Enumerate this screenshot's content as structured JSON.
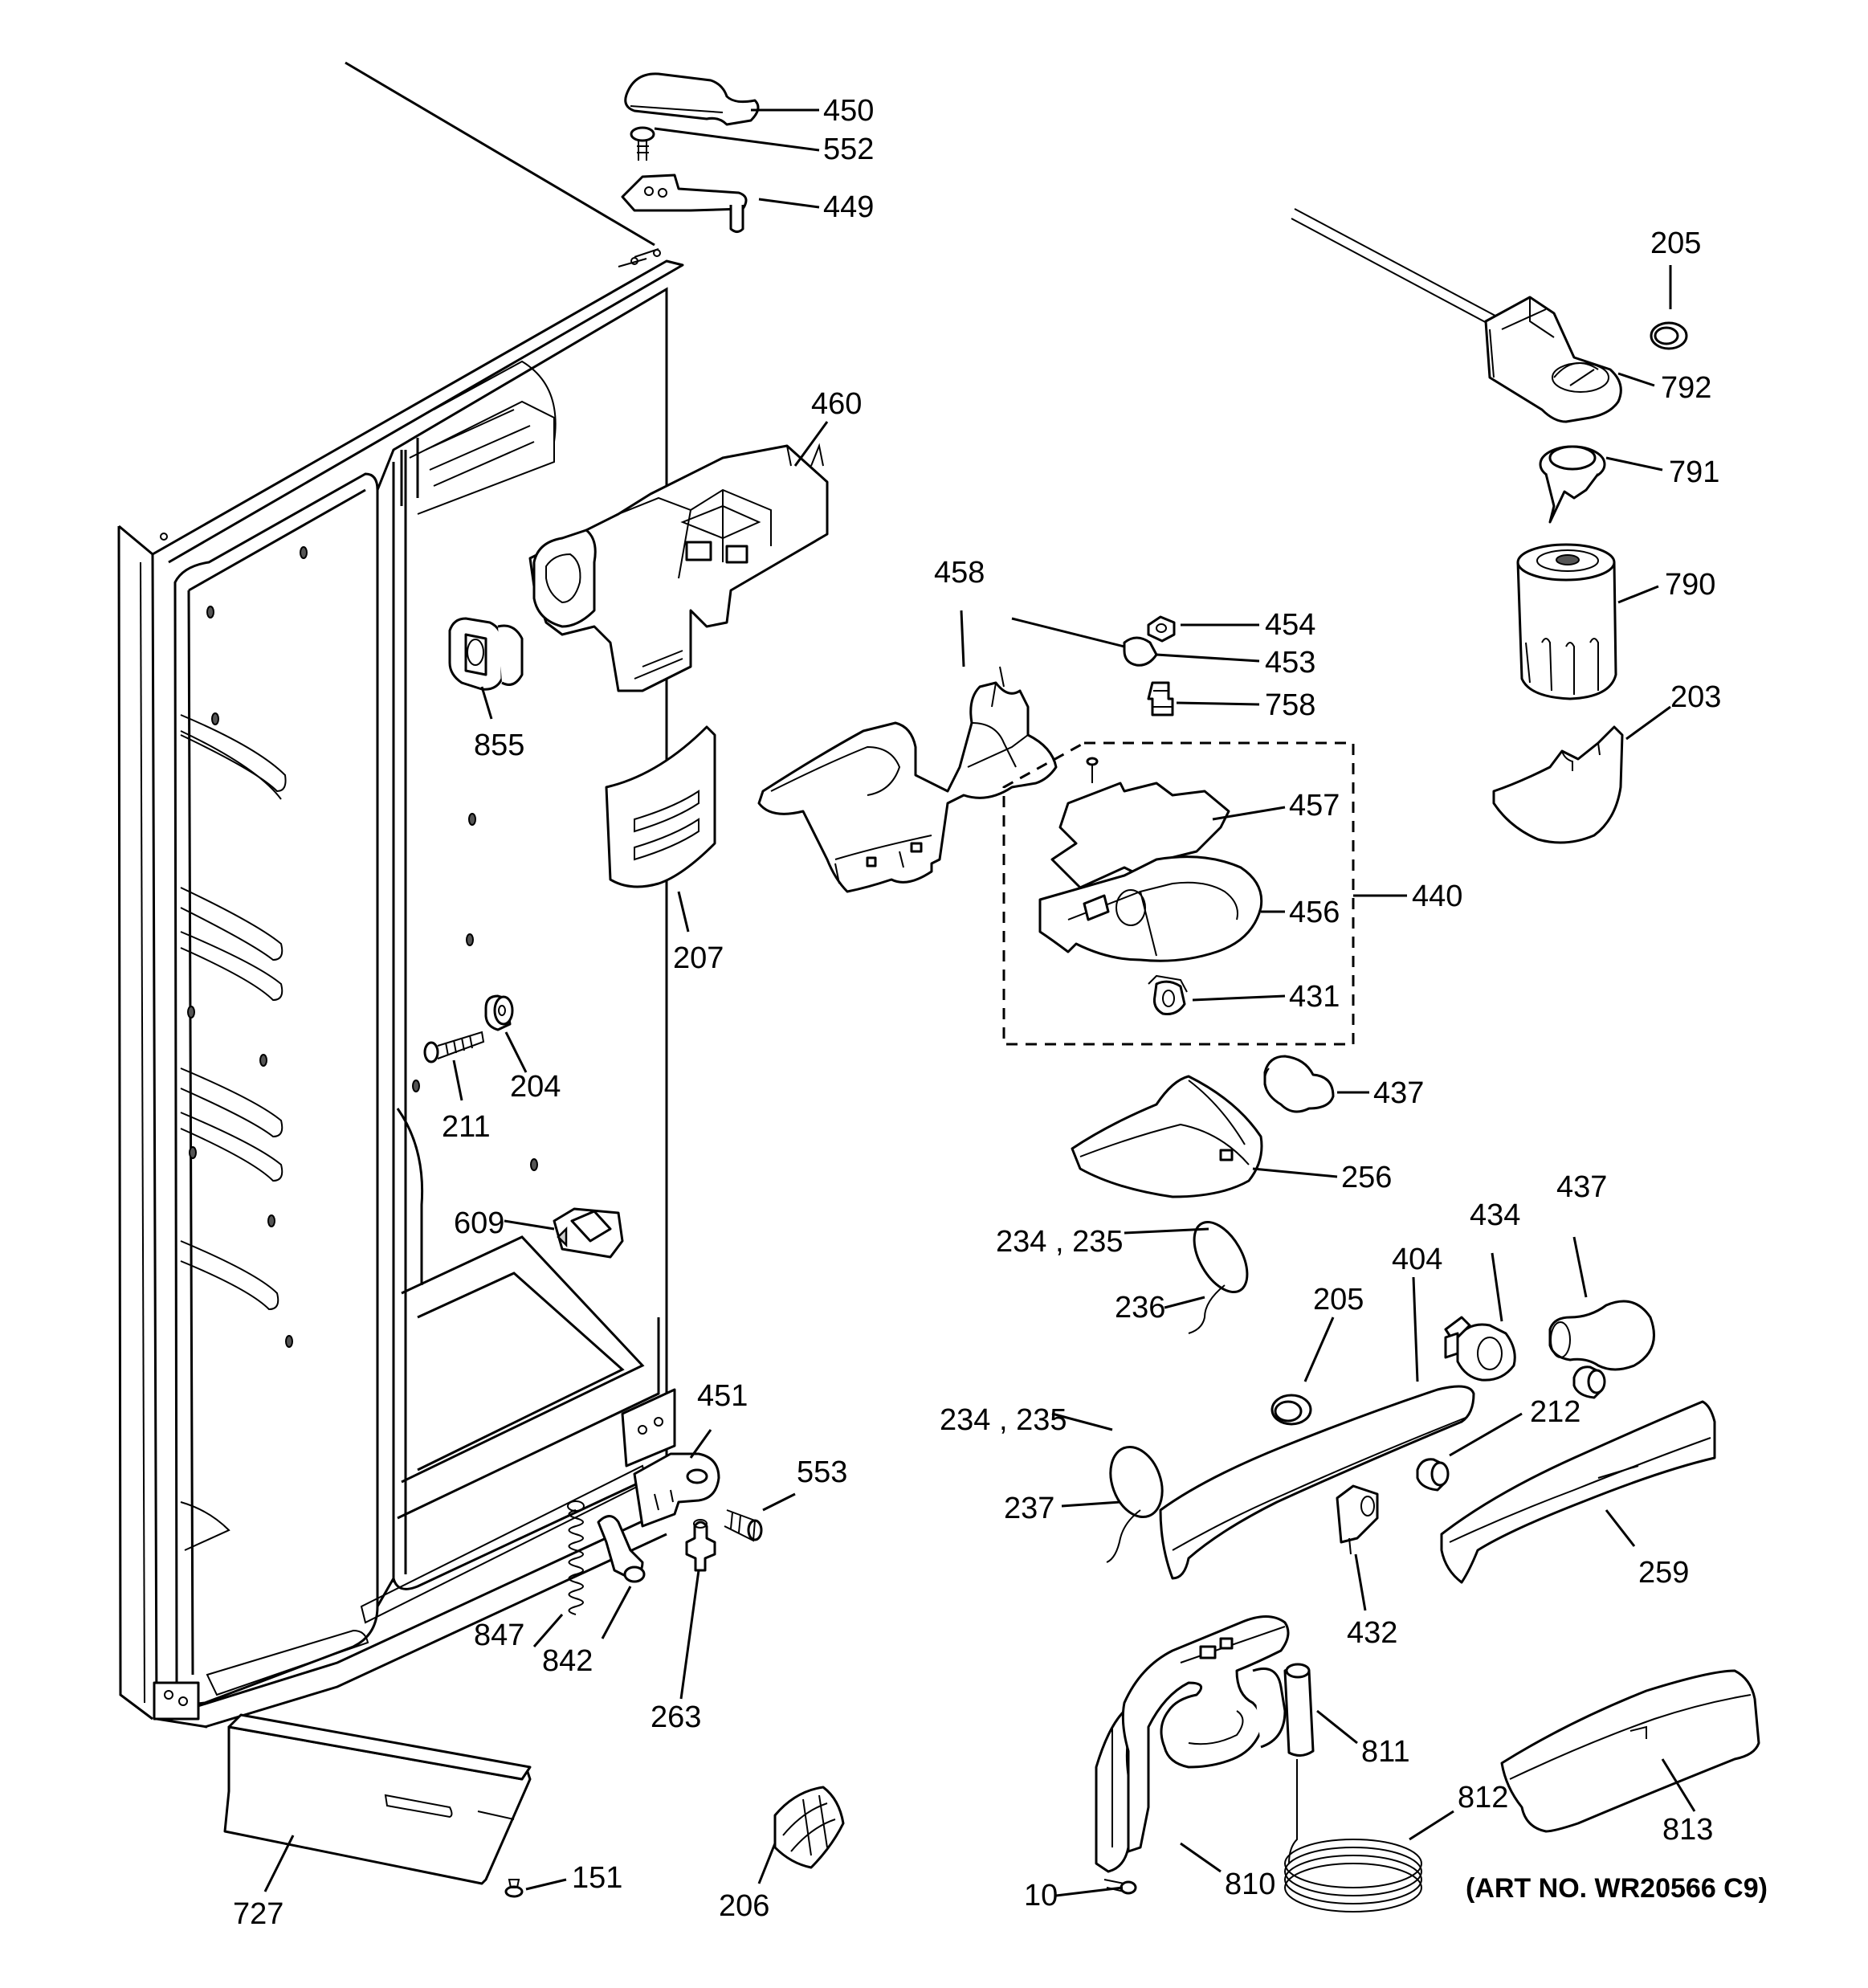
{
  "diagram": {
    "art_number": "(ART NO. WR20566 C9)",
    "callouts": {
      "c450": "450",
      "c552": "552",
      "c449": "449",
      "c460": "460",
      "c855": "855",
      "c207": "207",
      "c458": "458",
      "c454": "454",
      "c453": "453",
      "c758": "758",
      "c457": "457",
      "c456": "456",
      "c440": "440",
      "c431": "431",
      "c437a": "437",
      "c256": "256",
      "c204": "204",
      "c211": "211",
      "c609": "609",
      "c205a": "205",
      "c792": "792",
      "c791": "791",
      "c790": "790",
      "c203": "203",
      "c234a": "234 , 235",
      "c236": "236",
      "c205b": "205",
      "c404": "404",
      "c434": "434",
      "c437b": "437",
      "c234b": "234 , 235",
      "c237": "237",
      "c212": "212",
      "c259": "259",
      "c432": "432",
      "c451": "451",
      "c553": "553",
      "c847": "847",
      "c842": "842",
      "c263": "263",
      "c727": "727",
      "c151": "151",
      "c206": "206",
      "c811": "811",
      "c812": "812",
      "c813": "813",
      "c810": "810",
      "c10": "10"
    }
  }
}
